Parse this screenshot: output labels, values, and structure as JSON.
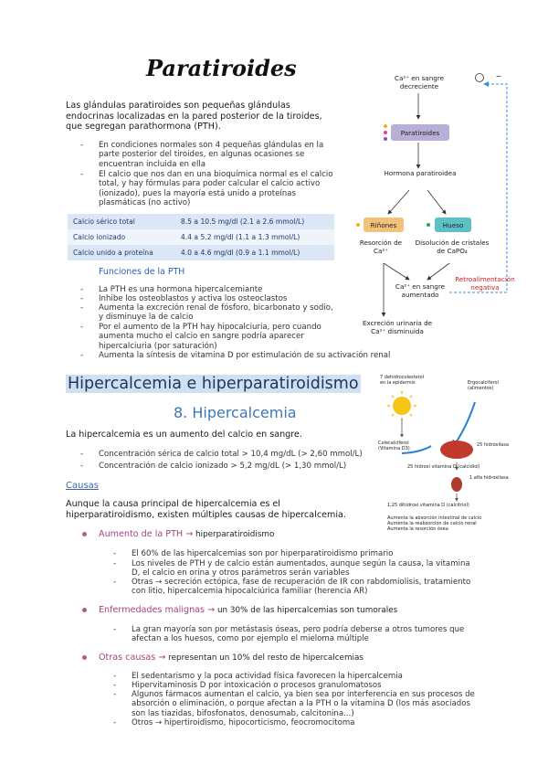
{
  "title": "Paratiroides",
  "intro": "Las glándulas paratiroides son pequeñas glándulas endocrinas localizadas en la pared posterior de la tiroides, que segregan parathormona (PTH).",
  "intro_bullets": [
    "En condiciones normales son 4 pequeñas glándulas en la parte posterior del tiroides, en algunas ocasiones se encuentran incluida en ella",
    "El calcio que nos dan en una bioquímica normal es el calcio total, y hay fórmulas para poder calcular el calcio activo (ionizado), pues la mayoría está unido a proteínas plasmáticas (no activo)"
  ],
  "calcium_table": [
    {
      "label": "Calcio sérico total",
      "value": "8.5 a 10.5 mg/dl (2.1 a 2.6 mmol/L)"
    },
    {
      "label": "Calcio ionizado",
      "value": "4.4 a 5.2 mg/dl (1.1 a 1.3 mmol/L)"
    },
    {
      "label": "Calcio unido a proteína",
      "value": "4.0 a 4.6 mg/dl (0.9 a 1.1 mmol/L)"
    }
  ],
  "functions_heading": "Funciones de la PTH",
  "functions": [
    "La PTH es una hormona hipercalcemiante",
    "Inhibe los osteoblastos y activa los osteoclastos",
    "Aumenta la excreción renal de fósforo, bicarbonato y sodio, y disminuye la de calcio",
    "Por el aumento de la PTH hay hipocalciuria, pero cuando aumenta mucho el calcio en sangre podría aparecer hipercalciuria (por saturación)",
    "Aumenta la síntesis de vitamina D por estimulación de su activación renal"
  ],
  "diagram": {
    "ca_low": "Ca²⁺ en sangre decreciente",
    "paratiroides": "Paratiroides",
    "hormona": "Hormona paratiroidea",
    "rinones": "Riñones",
    "hueso": "Hueso",
    "resorcion": "Resorción de Ca²⁺",
    "disolucion": "Disolución de cristales de CaPO₄",
    "ca_high": "Ca²⁺ en sangre aumentado",
    "excrecion": "Excreción urinaria de Ca²⁺ disminuida",
    "retro": "Retroalimentación negativa",
    "minus": "−"
  },
  "section_heading": "Hipercalcemia e hiperparatiroidismo",
  "subsection": "8. Hipercalcemia",
  "hyper_def": "La hipercalcemia es un aumento del calcio en sangre.",
  "hyper_bullets": [
    "Concentración sérica de calcio total > 10,4 mg/dL (> 2,60 mmol/L)",
    "Concentración de calcio ionizado > 5,2 mg/dL (> 1,30 mmol/L)"
  ],
  "vitd": {
    "dehydro": "7 dehidrocolesterol en la epidermis",
    "ergo": "Ergocalciferol (alimentos)",
    "cole": "Colecalciferol (Vitamina D3)",
    "h25": "25 hidroxilasa",
    "d25": "25 hidroxi vitamina D (calcidiol)",
    "h1": "1 alfa hidroxilasa",
    "d125": "1,25 dihidroxi vitamina D (calcitriol)",
    "effects": [
      "Aumenta la absorción intestinal de calcio",
      "Aumenta la reabsorción de calcio renal",
      "Aumenta la resorción ósea"
    ]
  },
  "causas_heading": "Causas",
  "causas_intro": "Aunque la causa principal de hipercalcemia es el hiperparatiroidismo, existen múltiples causas de hipercalcemia.",
  "causes": [
    {
      "label": "Aumento de la PTH →",
      "rest": " hiperparatiroidismo",
      "items": [
        "El 60% de las hipercalcemias son por hiperparatiroidismo primario",
        "Los niveles de PTH y de calcio están aumentados, aunque según la causa, la vitamina D, el calcio en orina y otros parámetros serán variables",
        "Otras → secreción ectópica, fase de recuperación de IR con rabdomiolisis, tratamiento con litio, hipercalcemia hipocalciúrica familiar (herencia AR)"
      ]
    },
    {
      "label": "Enfermedades malignas →",
      "rest": " un 30% de las hipercalcemias son tumorales",
      "items": [
        "La gran mayoría son por metástasis óseas, pero podría deberse a otros tumores que afectan a los huesos, como por ejemplo el mieloma múltiple"
      ]
    },
    {
      "label": "Otras causas →",
      "rest": " representan un 10% del resto de hipercalcemias",
      "items": [
        "El sedentarismo y la poca actividad física favorecen la hipercalcemia",
        "Hipervitaminosis D por intoxicación o procesos granulomatosos",
        "Algunos fármacos aumentan el calcio, ya bien sea por interferencia en sus procesos de absorción o eliminación, o porque afectan a la PTH o la vitamina D (los más asociados son las tiazidas, bifosfonatos, denosumab, calcitonina...)",
        "Otros → hipertiroidismo, hipocorticismo, feocromocitoma"
      ]
    }
  ]
}
